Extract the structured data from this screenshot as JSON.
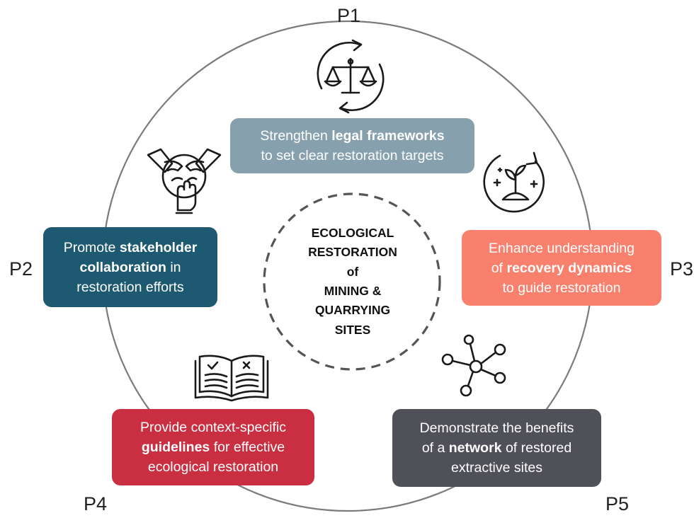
{
  "center": {
    "lines": [
      "ECOLOGICAL",
      "RESTORATION",
      "of",
      "MINING &",
      "QUARRYING",
      "SITES"
    ]
  },
  "principles": [
    {
      "id": "P1",
      "pre": "Strengthen ",
      "bold": "legal frameworks",
      "post": "",
      "line2": "to set clear restoration targets",
      "color": "#87A0AD",
      "icon": "balance-scale-cycle-icon"
    },
    {
      "id": "P2",
      "pre": "Promote ",
      "bold": "stakeholder",
      "bold2": "collaboration",
      "post": " in",
      "line2": "restoration efforts",
      "color": "#1D5A72",
      "icon": "hands-together-icon"
    },
    {
      "id": "P3",
      "pre": "Enhance understanding",
      "pre2": "of ",
      "bold": "recovery dynamics",
      "line2": "to guide restoration",
      "color": "#F9806D",
      "icon": "plant-growth-cycle-icon"
    },
    {
      "id": "P4",
      "pre": "Provide context-specific",
      "bold": "guidelines",
      "post": " for effective",
      "line2": "ecological restoration",
      "color": "#C92F40",
      "icon": "open-book-icon"
    },
    {
      "id": "P5",
      "pre": "Demonstrate the benefits",
      "pre2": "of a ",
      "bold": "network",
      "post": " of restored",
      "line2": "extractive sites",
      "color": "#4F5058",
      "icon": "network-nodes-icon"
    }
  ]
}
